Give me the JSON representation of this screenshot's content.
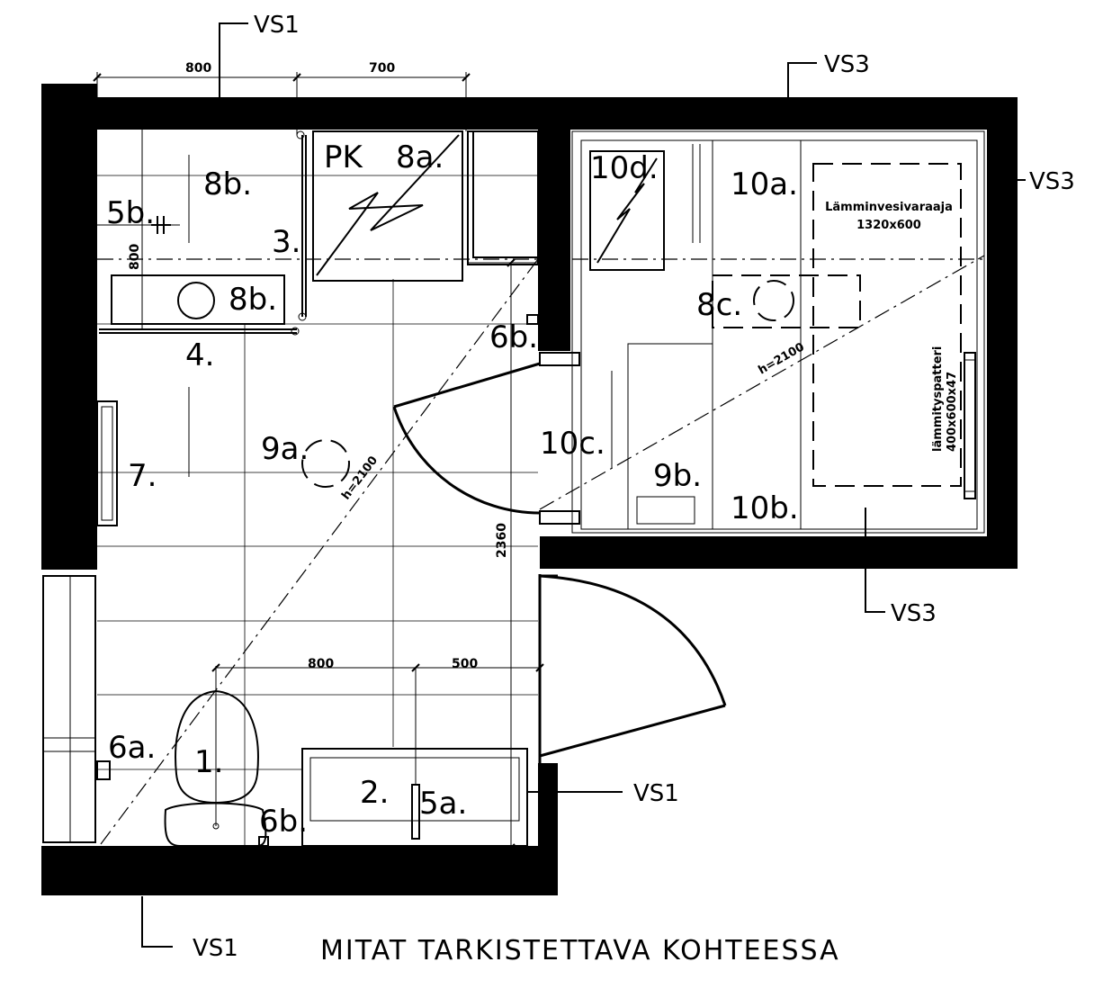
{
  "labels": {
    "l1": "1.",
    "l2": "2.",
    "l3": "3.",
    "l4": "4.",
    "l5a": "5a.",
    "l5b": "5b.",
    "l6a": "6a.",
    "l6b_top": "6b.",
    "l6b_bottom": "6b.",
    "l7": "7.",
    "l8a": "8a.",
    "l8b_top": "8b.",
    "l8b_mid": "8b.",
    "l8c": "8c.",
    "l9a": "9a.",
    "l9b": "9b.",
    "l10a": "10a.",
    "l10b": "10b.",
    "l10c": "10c.",
    "l10d": "10d.",
    "pk": "PK"
  },
  "sections": {
    "vs1_top": "VS1",
    "vs1_right": "VS1",
    "vs1_bottom": "VS1",
    "vs3_top": "VS3",
    "vs3_right": "VS3",
    "vs3_bottom": "VS3"
  },
  "dimensions": {
    "top_800": "800",
    "top_700": "700",
    "left_800": "800",
    "bottom_800": "800",
    "bottom_500": "500",
    "vertical_2360": "2360",
    "h_left": "h=2100",
    "h_right": "h=2100"
  },
  "equipment": {
    "boiler_name": "Lämminvesivaraaja",
    "boiler_size": "1320x600",
    "radiator_name": "lämmityspatteri",
    "radiator_size": "400x600x47"
  },
  "note": "MITAT TARKISTETTAVA KOHTEESSA"
}
